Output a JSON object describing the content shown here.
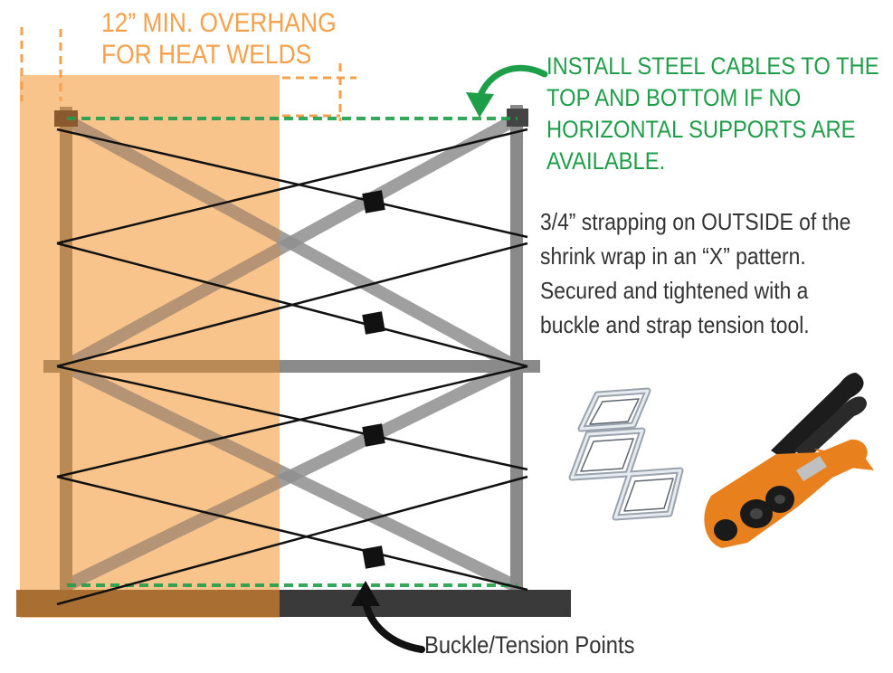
{
  "labels": {
    "overhang": [
      "12” MIN. OVERHANG",
      "FOR HEAT WELDS"
    ],
    "cables": [
      "INSTALL STEEL CABLES TO THE",
      "TOP AND BOTTOM IF NO",
      "HORIZONTAL SUPPORTS ARE",
      "AVAILABLE."
    ],
    "strapping": [
      "3/4” strapping on OUTSIDE of the",
      "shrink wrap in an “X” pattern.",
      "Secured and tightened with a",
      "buckle and strap tension tool."
    ],
    "buckle_points": "Buckle/Tension Points"
  },
  "colors": {
    "overhang_fill": "#f9c48c",
    "overhang_text": "#f5a04a",
    "cable_green": "#1f9e4a",
    "scaffold_gray": "#8a8a8a",
    "scaffold_brown": "#b98a55",
    "base_dark": "#3a3a3a",
    "base_brown": "#a86e32",
    "strap_black": "#111111",
    "tool_orange": "#e8801e"
  },
  "icons": [
    "buckle-icon",
    "tension-tool-icon",
    "curved-arrow-icon"
  ]
}
